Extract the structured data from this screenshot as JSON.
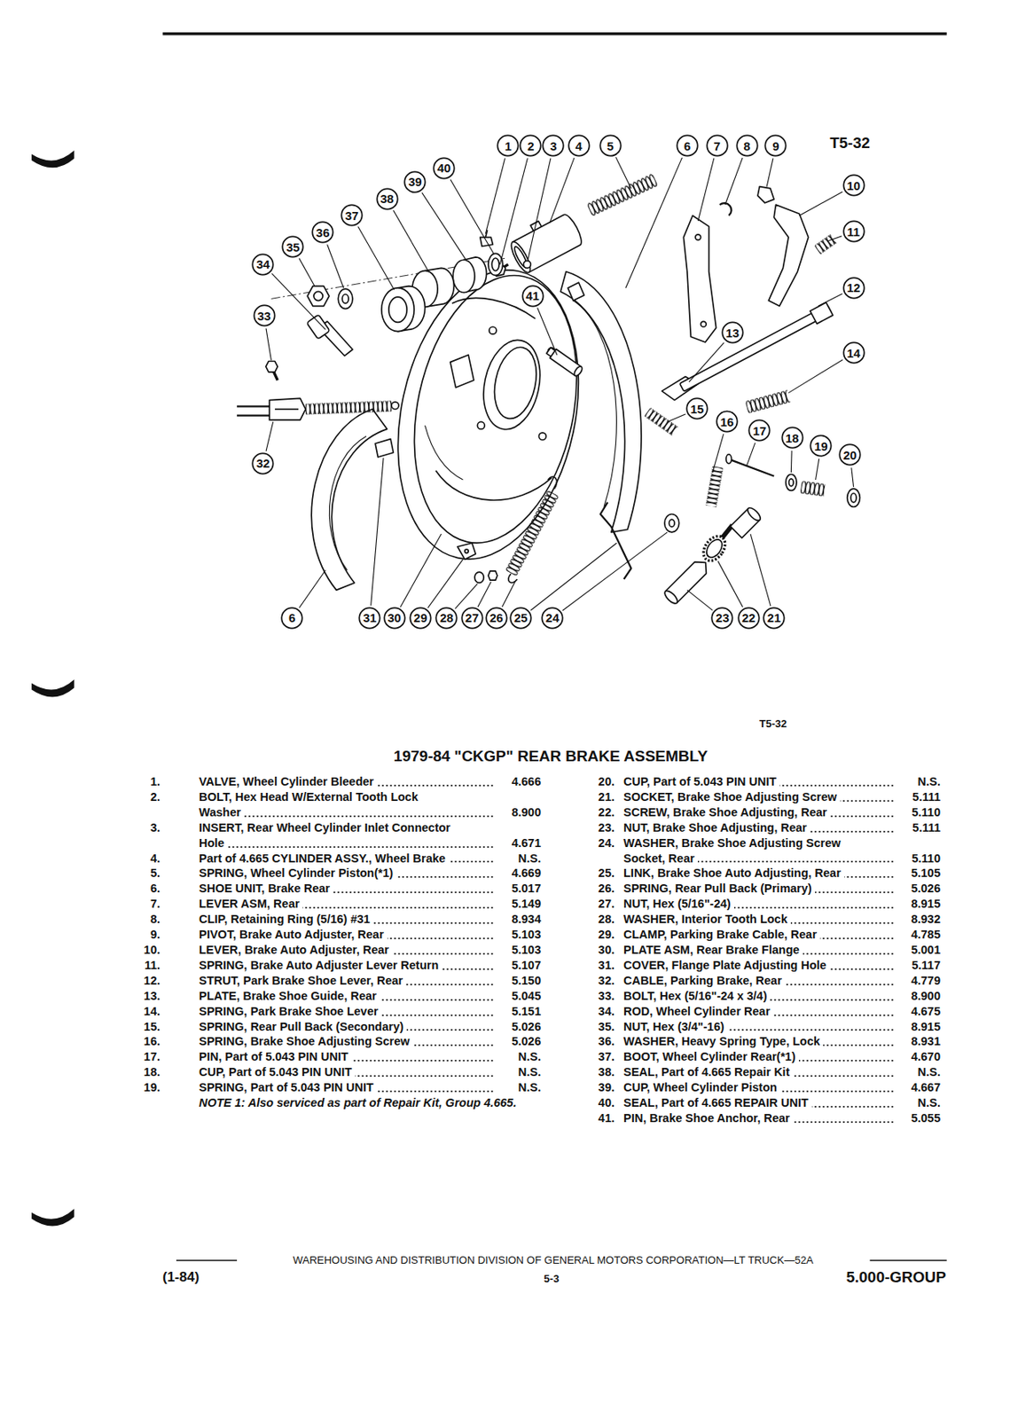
{
  "diagram": {
    "title": "1979-84 \"CKGP\" REAR BRAKE ASSEMBLY",
    "nodes": [
      {
        "text": [
          "1"
        ]
      },
      {
        "text": [
          "2"
        ]
      },
      {
        "text": [
          "3"
        ]
      },
      {
        "text": [
          "4"
        ]
      },
      {
        "text": [
          "5"
        ]
      },
      {
        "text": [
          "6"
        ]
      },
      {
        "text": [
          "7"
        ]
      },
      {
        "text": [
          "8"
        ]
      },
      {
        "text": [
          "9"
        ]
      },
      {
        "text": [
          "40"
        ]
      },
      {
        "text": [
          "39"
        ]
      },
      {
        "text": [
          "10"
        ]
      },
      {
        "text": [
          "38"
        ]
      },
      {
        "text": [
          "37"
        ]
      },
      {
        "text": [
          "36"
        ]
      },
      {
        "text": [
          "11"
        ]
      },
      {
        "text": [
          "35"
        ]
      },
      {
        "text": [
          "34"
        ]
      },
      {
        "text": [
          "12"
        ]
      },
      {
        "text": [
          "41"
        ]
      },
      {
        "text": [
          "33"
        ]
      },
      {
        "text": [
          "13"
        ]
      },
      {
        "text": [
          "14"
        ]
      },
      {
        "text": [
          "15"
        ]
      },
      {
        "text": [
          "16"
        ]
      },
      {
        "text": [
          "17"
        ]
      },
      {
        "text": [
          "18"
        ]
      },
      {
        "text": [
          "19"
        ]
      },
      {
        "text": [
          "20"
        ]
      },
      {
        "text": [
          "32"
        ]
      },
      {
        "text": [
          "6"
        ]
      },
      {
        "text": [
          "31"
        ]
      },
      {
        "text": [
          "30"
        ]
      },
      {
        "text": [
          "29"
        ]
      },
      {
        "text": [
          "28"
        ]
      },
      {
        "text": [
          "27"
        ]
      },
      {
        "text": [
          "26"
        ]
      },
      {
        "text": [
          "25"
        ]
      },
      {
        "text": [
          "24"
        ]
      },
      {
        "text": [
          "23"
        ]
      },
      {
        "text": [
          "22"
        ]
      },
      {
        "text": [
          "21"
        ]
      }
    ],
    "labels": [
      "T5-32",
      "T5-32",
      "1.",
      "VALVE, Wheel Cylinder Bleeder",
      "4.666",
      "2.",
      "BOLT, Hex Head W/External Tooth Lock Washer",
      "8.900",
      "3.",
      "INSERT, Rear Wheel Cylinder Inlet Connector Hole",
      "4.671",
      "4.",
      "Part of 4.665 CYLINDER ASSY., Wheel Brake",
      "N.S.",
      "5.",
      "SPRING, Wheel Cylinder Piston(*1)",
      "4.669",
      "6.",
      "SHOE UNIT, Brake Rear",
      "5.017",
      "7.",
      "LEVER ASM, Rear",
      "5.149",
      "8.",
      "CLIP, Retaining Ring (5/16) #31",
      "8.934",
      "9.",
      "PIVOT, Brake Auto Adjuster, Rear",
      "5.103",
      "10.",
      "LEVER, Brake Auto Adjuster, Rear",
      "5.103",
      "11.",
      "SPRING, Brake Auto Adjuster Lever Return",
      "5.107",
      "12.",
      "STRUT, Park Brake Shoe Lever, Rear",
      "5.150",
      "13.",
      "PLATE, Brake Shoe Guide, Rear",
      "5.045",
      "14.",
      "SPRING, Park Brake Shoe Lever",
      "5.151",
      "15.",
      "SPRING, Rear Pull Back (Secondary)",
      "5.026",
      "16.",
      "SPRING, Brake Shoe Adjusting Screw",
      "5.026",
      "17.",
      "PIN, Part of 5.043 PIN UNIT",
      "N.S.",
      "18.",
      "CUP, Part of 5.043 PIN UNIT",
      "N.S.",
      "19.",
      "SPRING, Part of 5.043 PIN UNIT",
      "N.S.",
      "20.",
      "CUP, Part of 5.043 PIN UNIT",
      "N.S.",
      "21.",
      "SOCKET, Brake Shoe Adjusting Screw",
      "5.111",
      "22.",
      "SCREW, Brake Shoe Adjusting, Rear",
      "5.110",
      "23.",
      "NUT, Brake Shoe Adjusting, Rear",
      "5.111",
      "24.",
      "WASHER, Brake Shoe Adjusting Screw Socket, Rear",
      "5.110",
      "25.",
      "LINK, Brake Shoe Auto Adjusting, Rear",
      "5.105",
      "26.",
      "SPRING, Rear Pull Back (Primary)",
      "5.026",
      "27.",
      "NUT, Hex (5/16\"-24)",
      "8.915",
      "28.",
      "WASHER, Interior Tooth Lock",
      "8.932",
      "29.",
      "CLAMP, Parking Brake Cable, Rear",
      "4.785",
      "30.",
      "PLATE ASM, Rear Brake Flange",
      "5.001",
      "31.",
      "COVER, Flange Plate Adjusting Hole",
      "5.117",
      "32.",
      "CABLE, Parking Brake, Rear",
      "4.779",
      "33.",
      "BOLT, Hex (5/16\"-24 x 3/4)",
      "8.900",
      "34.",
      "ROD, Wheel Cylinder Rear",
      "4.675",
      "35.",
      "NUT, Hex (3/4\"-16)",
      "8.915",
      "36.",
      "WASHER, Heavy Spring Type, Lock",
      "8.931",
      "37.",
      "BOOT, Wheel Cylinder Rear(*1)",
      "4.670",
      "38.",
      "SEAL, Part of 4.665 Repair Kit",
      "N.S.",
      "39.",
      "CUP, Wheel Cylinder Piston",
      "4.667",
      "40.",
      "SEAL, Part of 4.665 REPAIR UNIT",
      "N.S.",
      "41.",
      "PIN, Brake Shoe Anchor, Rear",
      "5.055",
      "NOTE 1: Also serviced as part of Repair Kit, Group 4.665.",
      "WAREHOUSING AND DISTRIBUTION DIVISION OF GENERAL MOTORS CORPORATION—LT TRUCK—52A",
      "(1-84)",
      "5-3",
      "5.000-GROUP"
    ]
  }
}
